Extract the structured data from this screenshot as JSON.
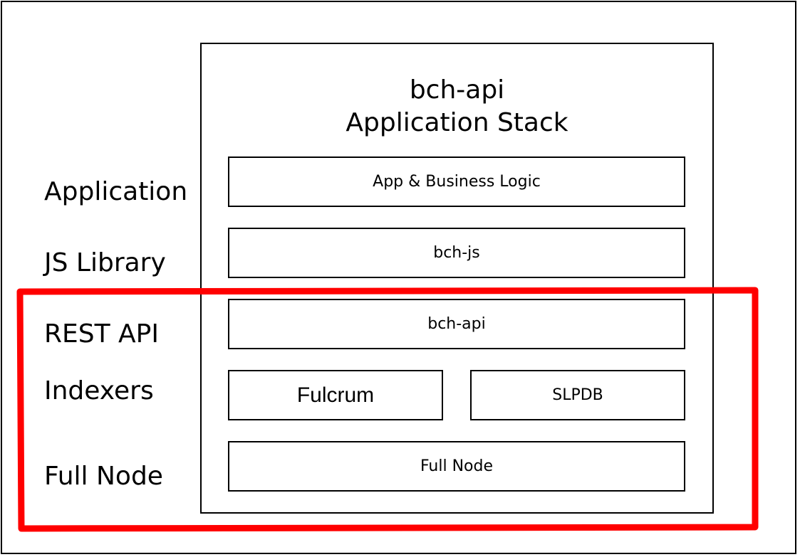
{
  "stack": {
    "title_line1": "bch-api",
    "title_line2": "Application Stack"
  },
  "row_labels": [
    "Application",
    "JS Library",
    "REST API",
    "Indexers",
    "Full Node"
  ],
  "layers": {
    "app_logic": "App & Business Logic",
    "bch_js": "bch-js",
    "bch_api": "bch-api",
    "fulcrum": "Fulcrum",
    "slpdb": "SLPDB",
    "full_node": "Full Node"
  },
  "colors": {
    "highlight": "#ff0000",
    "border": "#000000",
    "background": "#ffffff"
  }
}
